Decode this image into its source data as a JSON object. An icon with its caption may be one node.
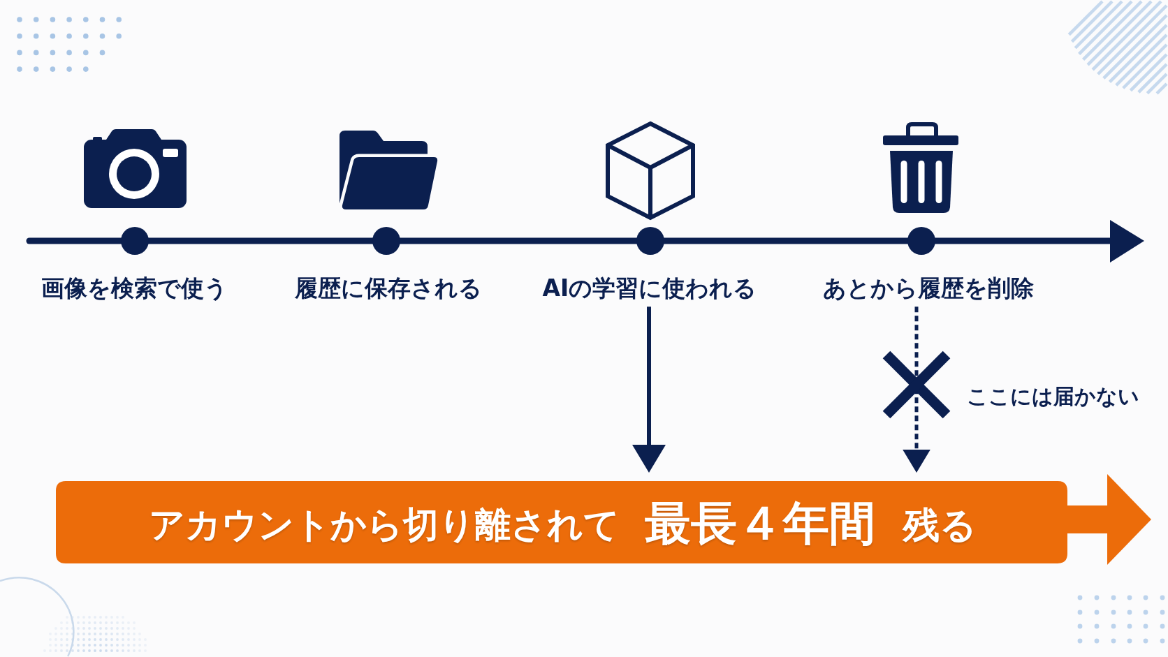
{
  "diagram": {
    "nodes": [
      {
        "text": [
          "画像を検索で使う"
        ]
      },
      {
        "text": [
          "履歴に保存される"
        ]
      },
      {
        "text": [
          "AIの学習に使われる"
        ]
      },
      {
        "text": [
          "あとから履歴を削除"
        ]
      },
      {
        "text": [
          "アカウントから切り離されて",
          "最長４年間",
          "残る"
        ]
      }
    ],
    "edges": [
      {
        "from": 2,
        "to": 4,
        "arrow": "to"
      },
      {
        "from": 3,
        "to": 4,
        "arrow": "to",
        "style": "dashed"
      }
    ],
    "labels": [
      "ここには届かない"
    ]
  }
}
